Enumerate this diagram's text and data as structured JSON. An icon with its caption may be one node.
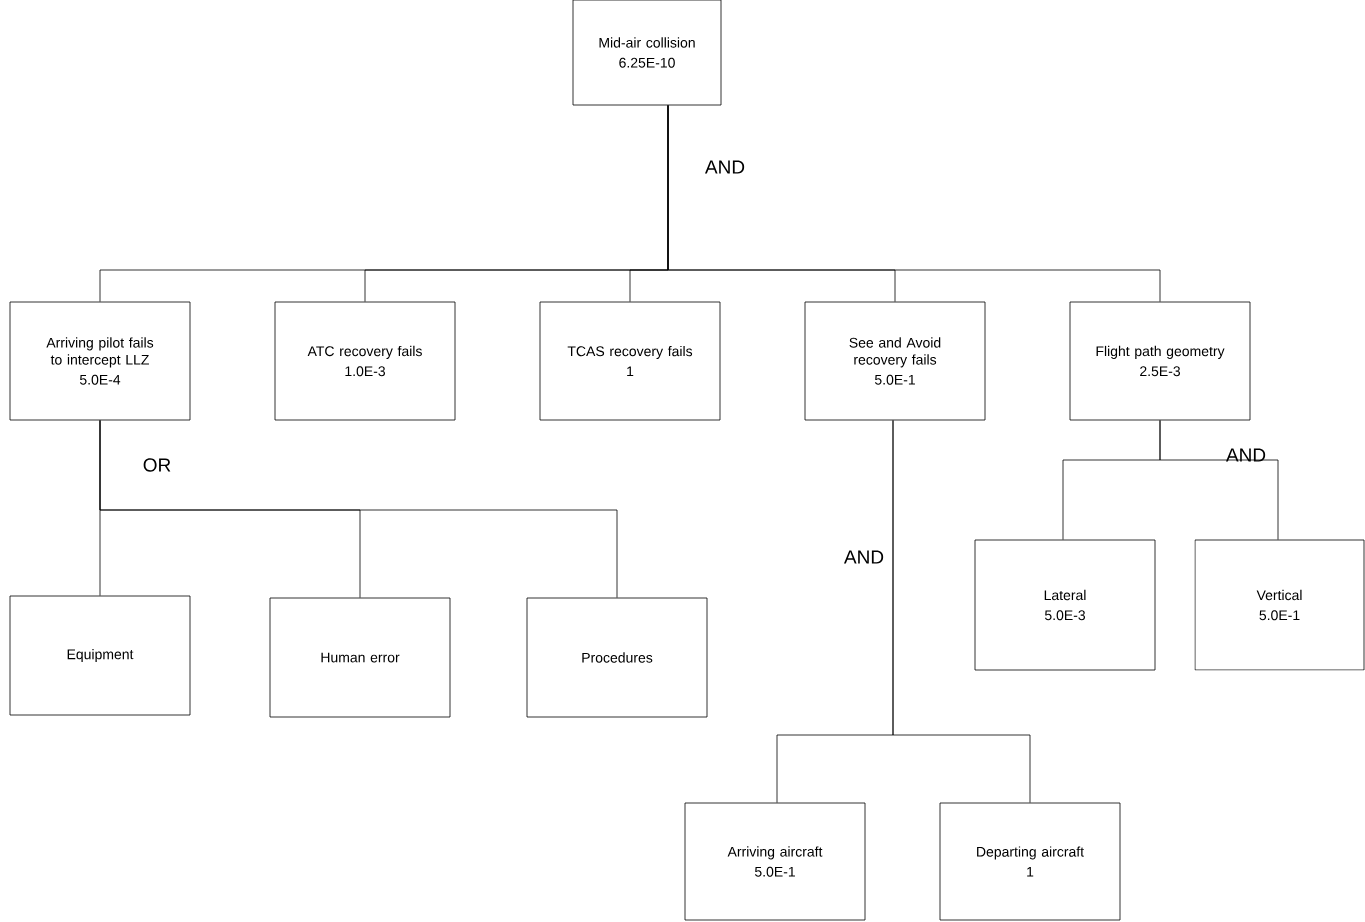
{
  "diagram": {
    "nodes": [
      {
        "text": [
          "Mid-air collision",
          "6.25E-10"
        ]
      },
      {
        "text": [
          "Arriving pilot fails to intercept LLZ",
          "5.0E-4"
        ]
      },
      {
        "text": [
          "ATC recovery fails",
          "1.0E-3"
        ]
      },
      {
        "text": [
          "TCAS recovery fails",
          "1"
        ]
      },
      {
        "text": [
          "See and Avoid recovery fails",
          "5.0E-1"
        ]
      },
      {
        "text": [
          "Flight path geometry",
          "2.5E-3"
        ]
      },
      {
        "text": [
          "Lateral",
          "5.0E-3"
        ]
      },
      {
        "text": [
          "Vertical",
          "5.0E-1"
        ]
      },
      {
        "text": [
          "Equipment"
        ]
      },
      {
        "text": [
          "Human error"
        ]
      },
      {
        "text": [
          "Procedures"
        ]
      },
      {
        "text": [
          "Arriving aircraft",
          "5.0E-1"
        ]
      },
      {
        "text": [
          "Departing aircraft",
          "1"
        ]
      }
    ],
    "edges": [
      {
        "from": 0,
        "to": 1,
        "arrow": "none"
      },
      {
        "from": 0,
        "to": 2,
        "arrow": "none"
      },
      {
        "from": 0,
        "to": 3,
        "arrow": "none"
      },
      {
        "from": 0,
        "to": 4,
        "arrow": "none"
      },
      {
        "from": 0,
        "to": 5,
        "arrow": "none"
      },
      {
        "from": 5,
        "to": 6,
        "arrow": "none"
      },
      {
        "from": 5,
        "to": 7,
        "arrow": "none"
      },
      {
        "from": 1,
        "to": 8,
        "arrow": "none"
      },
      {
        "from": 1,
        "to": 9,
        "arrow": "none"
      },
      {
        "from": 1,
        "to": 10,
        "arrow": "none"
      },
      {
        "from": 4,
        "to": 11,
        "arrow": "none"
      },
      {
        "from": 4,
        "to": 12,
        "arrow": "none"
      }
    ],
    "labels": [
      "AND",
      "OR",
      "AND",
      "AND"
    ]
  }
}
